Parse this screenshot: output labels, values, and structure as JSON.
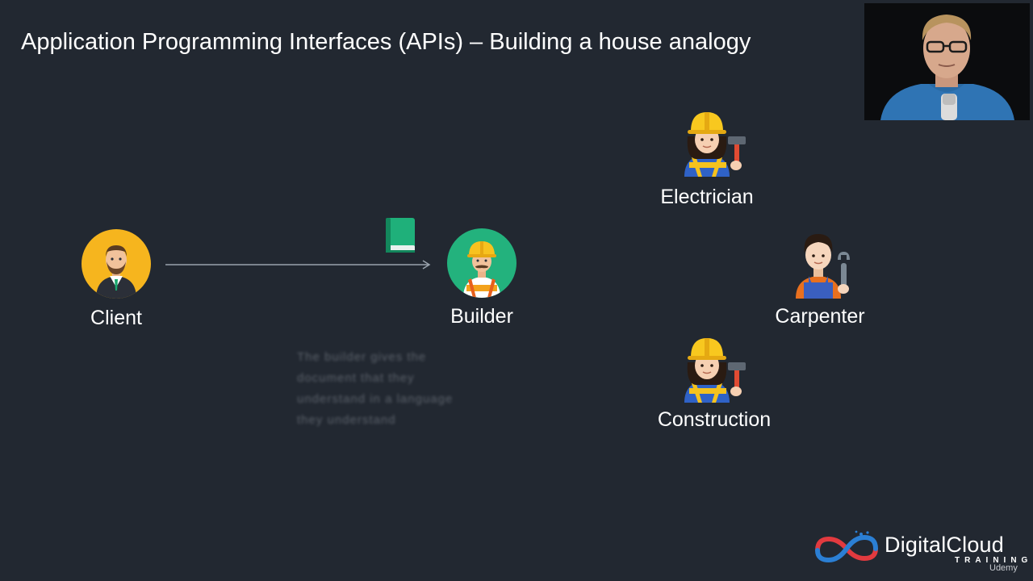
{
  "slide": {
    "title": "Application Programming Interfaces (APIs) – Building a house analogy"
  },
  "nodes": {
    "client": "Client",
    "builder": "Builder",
    "electrician": "Electrician",
    "carpenter": "Carpenter",
    "construction": "Construction"
  },
  "blurred_note": {
    "lines": [
      "The builder gives the",
      "document that they",
      "understand in a language",
      "they understand"
    ]
  },
  "icons": {
    "client": "businessman-avatar-icon",
    "builder": "construction-worker-avatar-icon",
    "book": "green-book-icon",
    "electrician": "construction-worker-hammer-icon",
    "carpenter": "mechanic-wrench-icon",
    "construction": "construction-worker-hammer-icon"
  },
  "colors": {
    "background": "#222831",
    "client_circle": "#f6b51e",
    "builder_circle": "#23b27d",
    "arrow": "#9aa3ad",
    "book": "#1fb07a"
  },
  "branding": {
    "logo_name": "DigitalCloud",
    "logo_sub": "TRAINING",
    "platform": "Udemy"
  }
}
